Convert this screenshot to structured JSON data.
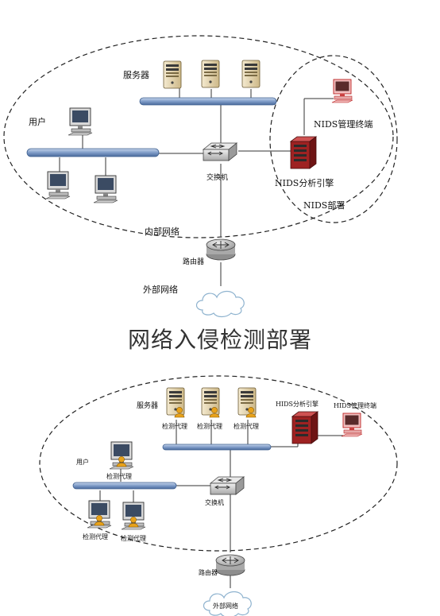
{
  "diagram1": {
    "servers_label": "服务器",
    "user_label": "用户",
    "switch_label": "交换机",
    "nids_terminal_label": "NIDS管理终端",
    "nids_engine_label": "NIDS分析引擎",
    "nids_deploy_label": "NIDS部署",
    "internal_net_label": "内部网络",
    "router_label": "路由器",
    "external_net_label": "外部网络"
  },
  "title": "网络入侵检测部署",
  "diagram2": {
    "servers_label": "服务器",
    "agent_label": "检测代理",
    "hids_engine_label": "HIDS分析引擎",
    "hids_terminal_label": "HIDS管理终端",
    "user_label": "用户",
    "switch_label": "交换机",
    "router_label": "路由器",
    "external_net_label": "外部网络"
  },
  "colors": {
    "backbone": "#8aa6cf",
    "backbone_edge": "#3d5f8f",
    "server_body": "#e6d7b0",
    "agent_badge": "#e8a21a",
    "engine_red": "#b52a2a",
    "terminal_red": "#d13030"
  }
}
